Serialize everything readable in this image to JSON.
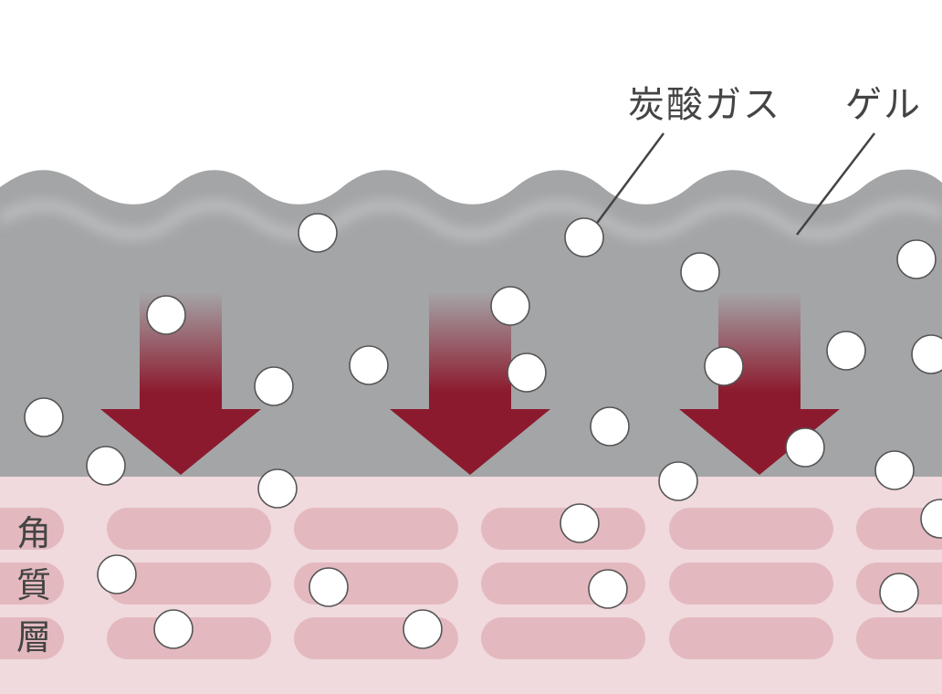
{
  "labels": {
    "carbon_gas": "炭酸ガス",
    "gel": "ゲル",
    "stratum_corneum": "角質層"
  },
  "colors": {
    "background": "#ffffff",
    "gel": "#a4a5a7",
    "gel_highlight": "#b9babc",
    "skin": "#f0dadd",
    "cell": "#e3b9bf",
    "arrow": "#8c1a2e",
    "bubble_fill": "#ffffff",
    "bubble_stroke": "#555555",
    "leader_line": "#444444"
  },
  "legend": {
    "arrow_direction": "down",
    "arrow_count": 3,
    "cell_rows": 3
  }
}
